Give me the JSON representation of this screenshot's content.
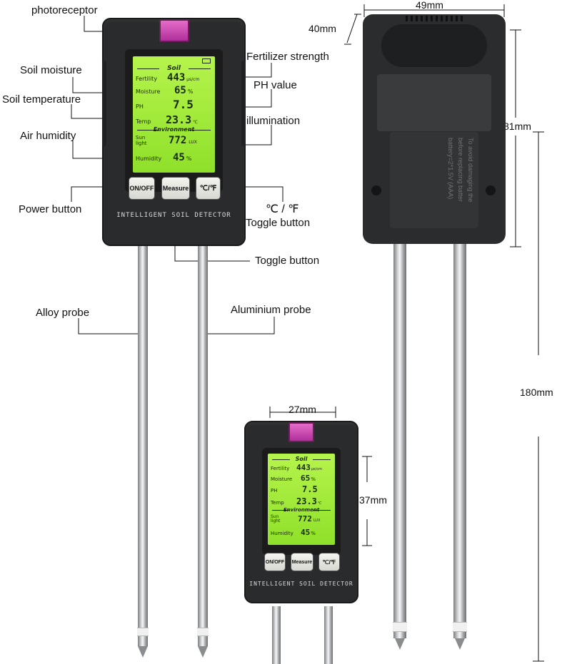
{
  "callouts": {
    "photoreceptor": "photoreceptor",
    "fertilizer_strength": "Fertilizer strength",
    "soil_moisture": "Soil moisture",
    "ph_value": "PH value",
    "soil_temperature": "Soil temperature",
    "illumination": "illumination",
    "air_humidity": "Air humidity",
    "power_button": "Power button",
    "temp_unit": "℃ / ℉",
    "temp_toggle": "Toggle button",
    "toggle_button": "Toggle button",
    "alloy_probe": "Alloy probe",
    "aluminium_probe": "Aluminium probe"
  },
  "dimensions": {
    "width_back": "49mm",
    "depth": "40mm",
    "body_height": "81mm",
    "total_length": "180mm",
    "width_front": "27mm",
    "screen_height": "37mm"
  },
  "device": {
    "name": "INTELLIGENT SOIL DETECTOR",
    "buttons": {
      "power": "ON/OFF",
      "measure": "Measure",
      "unit": "℃/℉"
    },
    "lcd": {
      "section_soil": "Soil",
      "fertility_label": "Fertility",
      "fertility_value": "443",
      "fertility_unit": "μs/cm",
      "moisture_label": "Moisture",
      "moisture_value": "65",
      "moisture_unit": "%",
      "ph_label": "PH",
      "ph_value": "7.5",
      "temp_label": "Temp",
      "temp_value": "23.3",
      "temp_unit": "℃",
      "section_env": "Environment",
      "sunlight_label_1": "Sun",
      "sunlight_label_2": "light",
      "sunlight_value": "772",
      "sunlight_unit": "LUX",
      "humidity_label": "Humidity",
      "humidity_value": "45",
      "humidity_unit": "%"
    },
    "back_warning": [
      "To avoid damaging the",
      "before replacing batter",
      "battery=2*1.5V (AAA)"
    ]
  },
  "colors": {
    "lcd": "#9ee83a",
    "body": "#2a2b2c",
    "photoreceptor": "#d455b8"
  }
}
